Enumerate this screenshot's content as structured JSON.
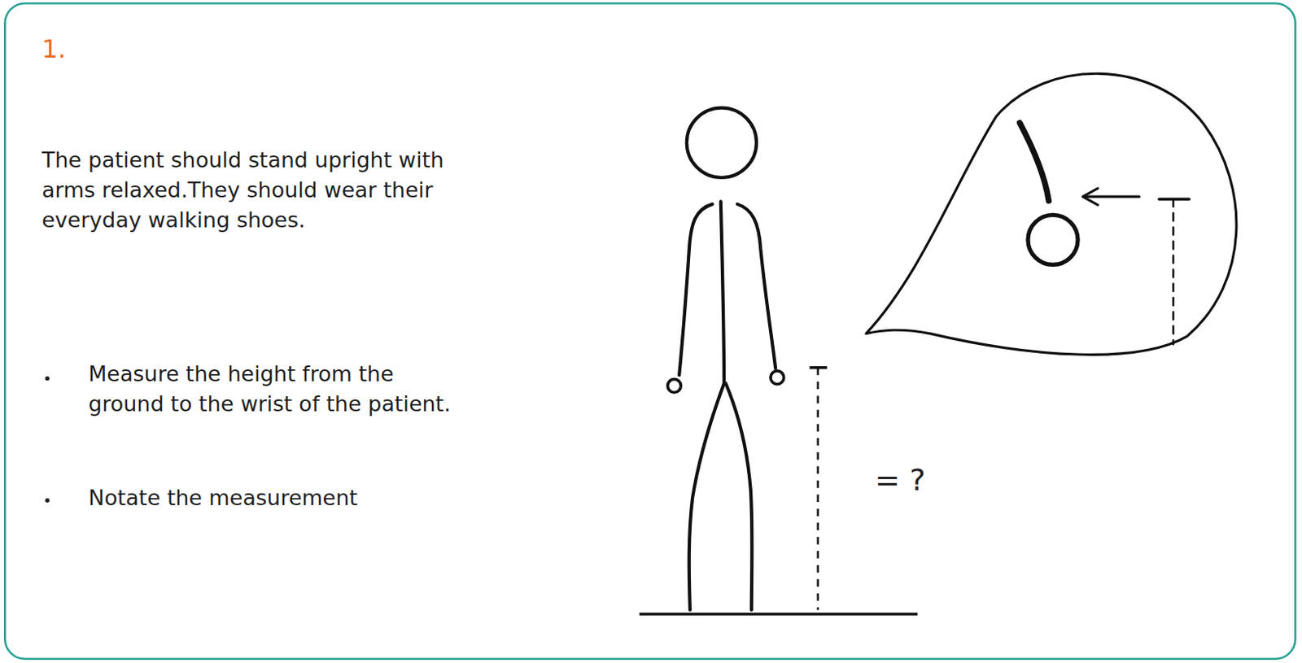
{
  "diagram": {
    "title": "1.",
    "labels": [
      "The patient should stand upright with arms relaxed.They should wear their everyday walking shoes.",
      "Measure the height from the ground to the wrist of the patient.",
      "Notate the measurement",
      "= ?"
    ]
  }
}
